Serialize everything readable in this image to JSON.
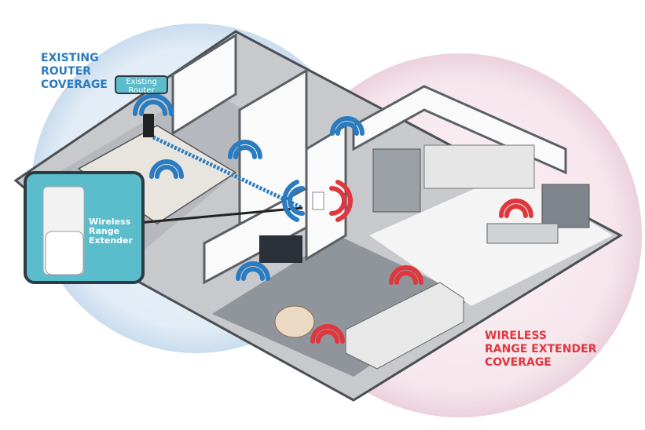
{
  "labels": {
    "router_coverage": [
      "EXISTING",
      "ROUTER",
      "COVERAGE"
    ],
    "router_tag": [
      "Existing",
      "Router"
    ],
    "extender_tag": [
      "Wireless",
      "Range",
      "Extender"
    ],
    "extender_coverage": [
      "WIRELESS",
      "RANGE EXTENDER",
      "COVERAGE"
    ]
  },
  "colors": {
    "router_signal": "#2a7bc0",
    "extender_signal": "#e0373f",
    "router_zone": "#dce9f5",
    "extender_zone": "#f3dde6",
    "router_tag_fill": "#5bbccc"
  }
}
